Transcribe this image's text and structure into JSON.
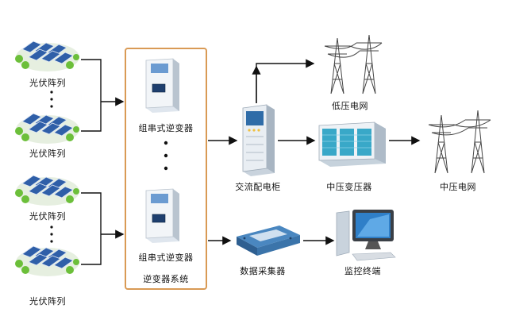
{
  "diagram": {
    "pv_arrays": [
      {
        "label": "光伏阵列"
      },
      {
        "label": "光伏阵列"
      },
      {
        "label": "光伏阵列"
      },
      {
        "label": "光伏阵列"
      }
    ],
    "inverters": [
      {
        "label": "组串式逆变器"
      },
      {
        "label": "组串式逆变器"
      }
    ],
    "system_label": "逆变器系统",
    "ac_cabinet": "交流配电柜",
    "low_voltage_grid": "低压电网",
    "mv_transformer": "中压变压器",
    "mv_grid": "中压电网",
    "data_collector": "数据采集器",
    "monitor_terminal": "监控终端",
    "colors": {
      "system_border": "#d99a55",
      "panel_blue": "#2f5fa8",
      "tree_green": "#6cbf3a",
      "device_white": "#eef2f6",
      "screen_blue": "#2a6fb0",
      "arrow": "#111111"
    }
  }
}
